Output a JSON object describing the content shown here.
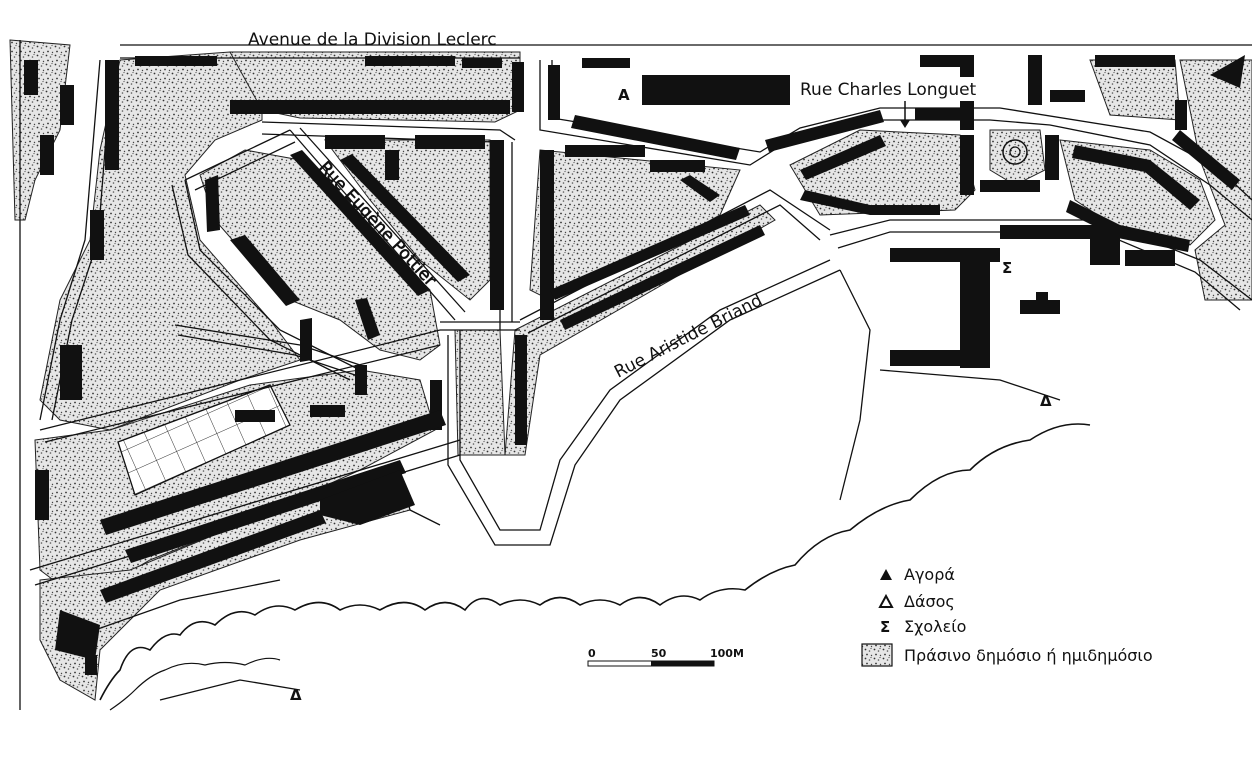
{
  "streets": {
    "avenue_leclerc": "Avenue de la Division Leclerc",
    "rue_longuet": "Rue Charles Longuet",
    "rue_pottier": "Rue Eugène Pottier",
    "rue_briand": "Rue  Aristide Briand"
  },
  "markers": {
    "market_symbol": "A",
    "forest_symbol": "Δ",
    "school_symbol": "Σ"
  },
  "legend": {
    "market": "Αγορά",
    "forest": "Δάσος",
    "school": "Σχολείο",
    "green_space": "Πράσινο δημόσιο ή ημιδημόσιο"
  },
  "scale": {
    "label_0": "0",
    "label_50": "50",
    "label_100": "100M"
  },
  "colors": {
    "ink": "#111111",
    "paper": "#ffffff"
  }
}
